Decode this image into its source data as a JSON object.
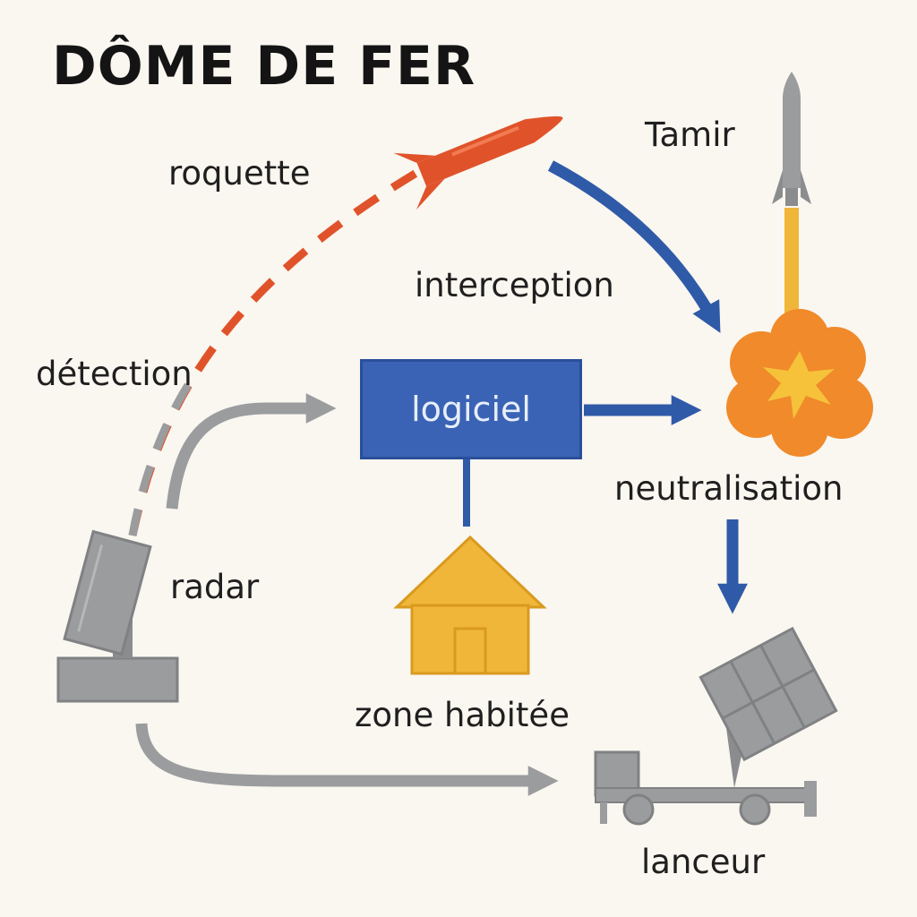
{
  "title": "DÔME DE FER",
  "colors": {
    "background": "#faf6f0",
    "rocket": "#e0532a",
    "flow_blue": "#2f5aa8",
    "flow_gray": "#9a9c9e",
    "house": "#f0b63a",
    "explosion": "#f08a2a",
    "explosion_core": "#f6c23a",
    "tamir_trail": "#f0b63a",
    "equipment": "#9a9c9e"
  },
  "nodes": {
    "software_box": {
      "label": "logiciel",
      "color": "#3a63b5"
    }
  },
  "labels": {
    "rocket": "roquette",
    "tamir": "Tamir",
    "interception": "interception",
    "detection": "détection",
    "neutralisation": "neutralisation",
    "radar": "radar",
    "populated_zone": "zone habitée",
    "launcher": "lanceur"
  },
  "icons": {
    "rocket": "rocket-icon",
    "tamir_missile": "missile-icon",
    "explosion": "explosion-icon",
    "radar": "radar-icon",
    "house": "house-icon",
    "launcher": "launcher-truck-icon"
  }
}
